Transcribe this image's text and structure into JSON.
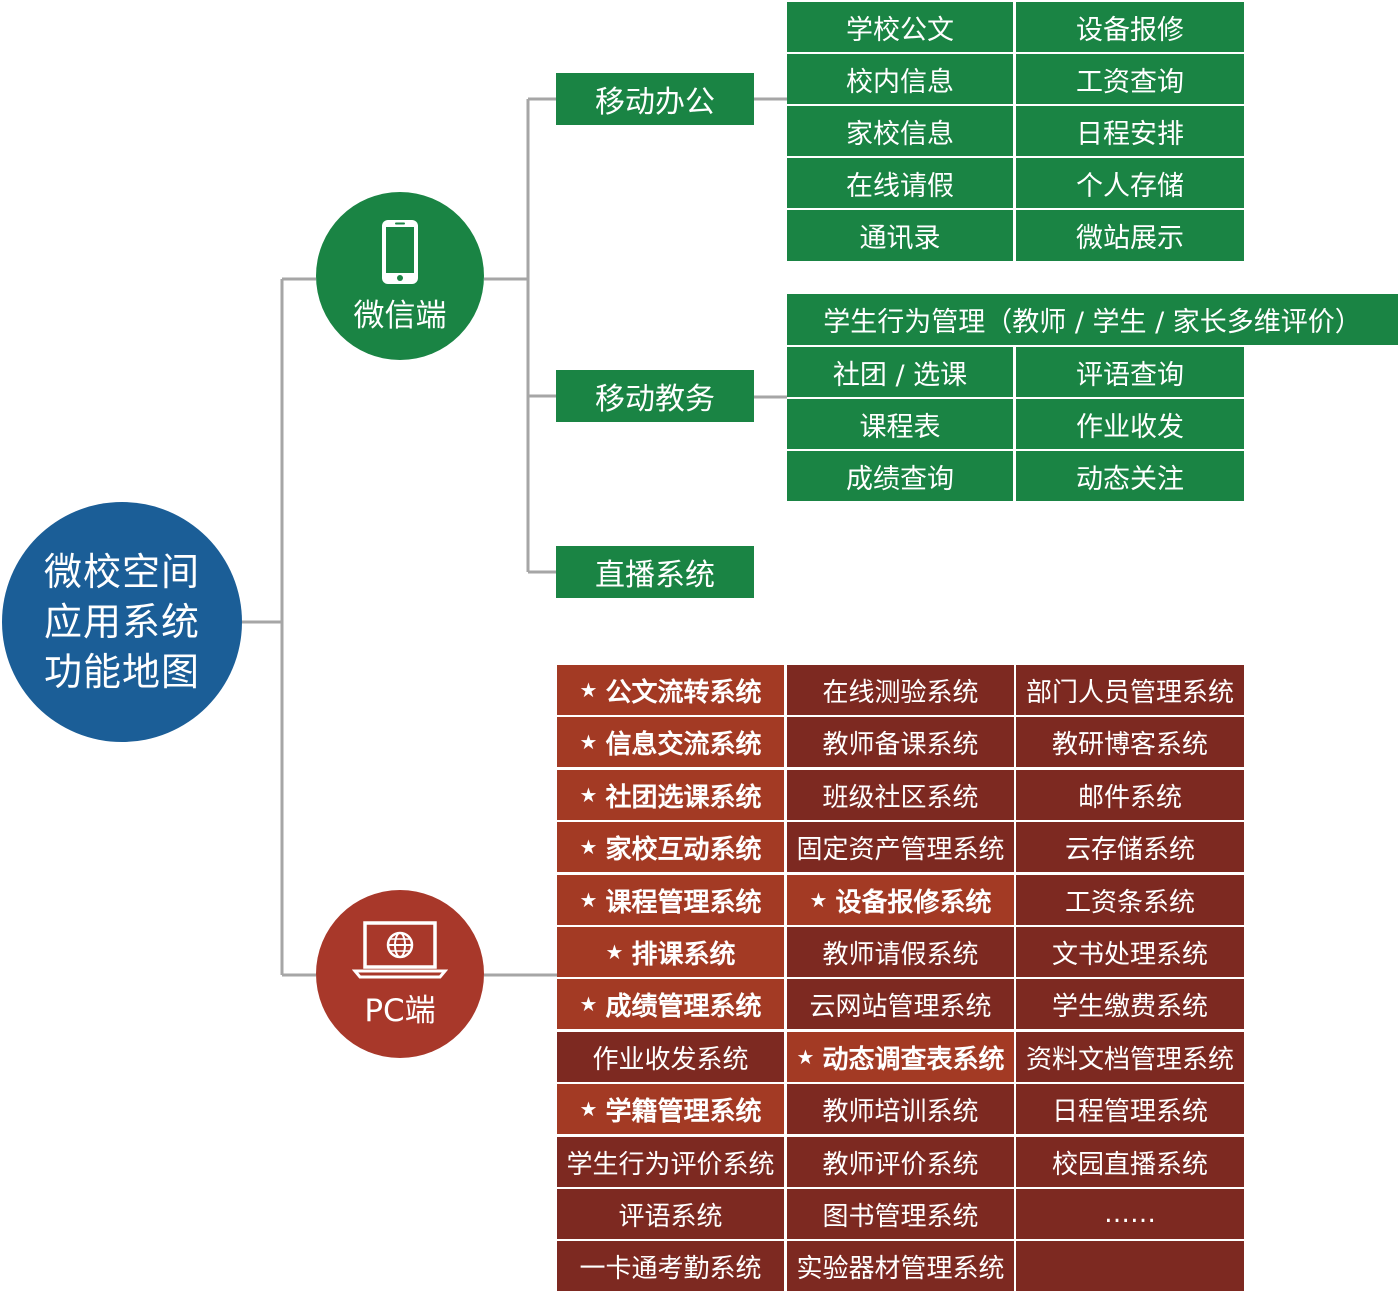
{
  "root": {
    "lines": [
      "微校空间",
      "应用系统",
      "功能地图"
    ]
  },
  "wechat": {
    "label": "微信端",
    "icon": "smartphone-icon"
  },
  "pc": {
    "label": "PC端",
    "icon": "laptop-globe-icon"
  },
  "branches": {
    "mobile_office": "移动办公",
    "mobile_academic": "移动教务",
    "live": "直播系统"
  },
  "mobile_office_items": [
    [
      "学校公文",
      "设备报修"
    ],
    [
      "校内信息",
      "工资查询"
    ],
    [
      "家校信息",
      "日程安排"
    ],
    [
      "在线请假",
      "个人存储"
    ],
    [
      "通讯录",
      "微站展示"
    ]
  ],
  "mobile_academic_header": "学生行为管理（教师 / 学生 / 家长多维评价）",
  "mobile_academic_items": [
    [
      "社团 / 选课",
      "评语查询"
    ],
    [
      "课程表",
      "作业收发"
    ],
    [
      "成绩查询",
      "动态关注"
    ]
  ],
  "pc_systems": [
    [
      {
        "t": "公文流转系统",
        "core": true
      },
      {
        "t": "在线测验系统"
      },
      {
        "t": "部门人员管理系统"
      }
    ],
    [
      {
        "t": "信息交流系统",
        "core": true
      },
      {
        "t": "教师备课系统"
      },
      {
        "t": "教研博客系统"
      }
    ],
    [
      {
        "t": "社团选课系统",
        "core": true
      },
      {
        "t": "班级社区系统"
      },
      {
        "t": "邮件系统"
      }
    ],
    [
      {
        "t": "家校互动系统",
        "core": true
      },
      {
        "t": "固定资产管理系统"
      },
      {
        "t": "云存储系统"
      }
    ],
    [
      {
        "t": "课程管理系统",
        "core": true
      },
      {
        "t": "设备报修系统",
        "core": true
      },
      {
        "t": "工资条系统"
      }
    ],
    [
      {
        "t": "排课系统",
        "core": true
      },
      {
        "t": "教师请假系统"
      },
      {
        "t": "文书处理系统"
      }
    ],
    [
      {
        "t": "成绩管理系统",
        "core": true
      },
      {
        "t": "云网站管理系统"
      },
      {
        "t": "学生缴费系统"
      }
    ],
    [
      {
        "t": "作业收发系统"
      },
      {
        "t": "动态调查表系统",
        "core": true
      },
      {
        "t": "资料文档管理系统"
      }
    ],
    [
      {
        "t": "学籍管理系统",
        "core": true
      },
      {
        "t": "教师培训系统"
      },
      {
        "t": "日程管理系统"
      }
    ],
    [
      {
        "t": "学生行为评价系统"
      },
      {
        "t": "教师评价系统"
      },
      {
        "t": "校园直播系统"
      }
    ],
    [
      {
        "t": "评语系统"
      },
      {
        "t": "图书管理系统"
      },
      {
        "t": "……"
      }
    ],
    [
      {
        "t": "一卡通考勤系统"
      },
      {
        "t": "实验器材管理系统"
      },
      {
        "t": ""
      }
    ]
  ],
  "star_glyph": "★",
  "colors": {
    "root": "#1b5e97",
    "green": "#1a8444",
    "pc_circle": "#a8382a",
    "pc_cell": "#7d2921",
    "pc_core_cell": "#a33a24",
    "connector": "#a6a6a6"
  }
}
